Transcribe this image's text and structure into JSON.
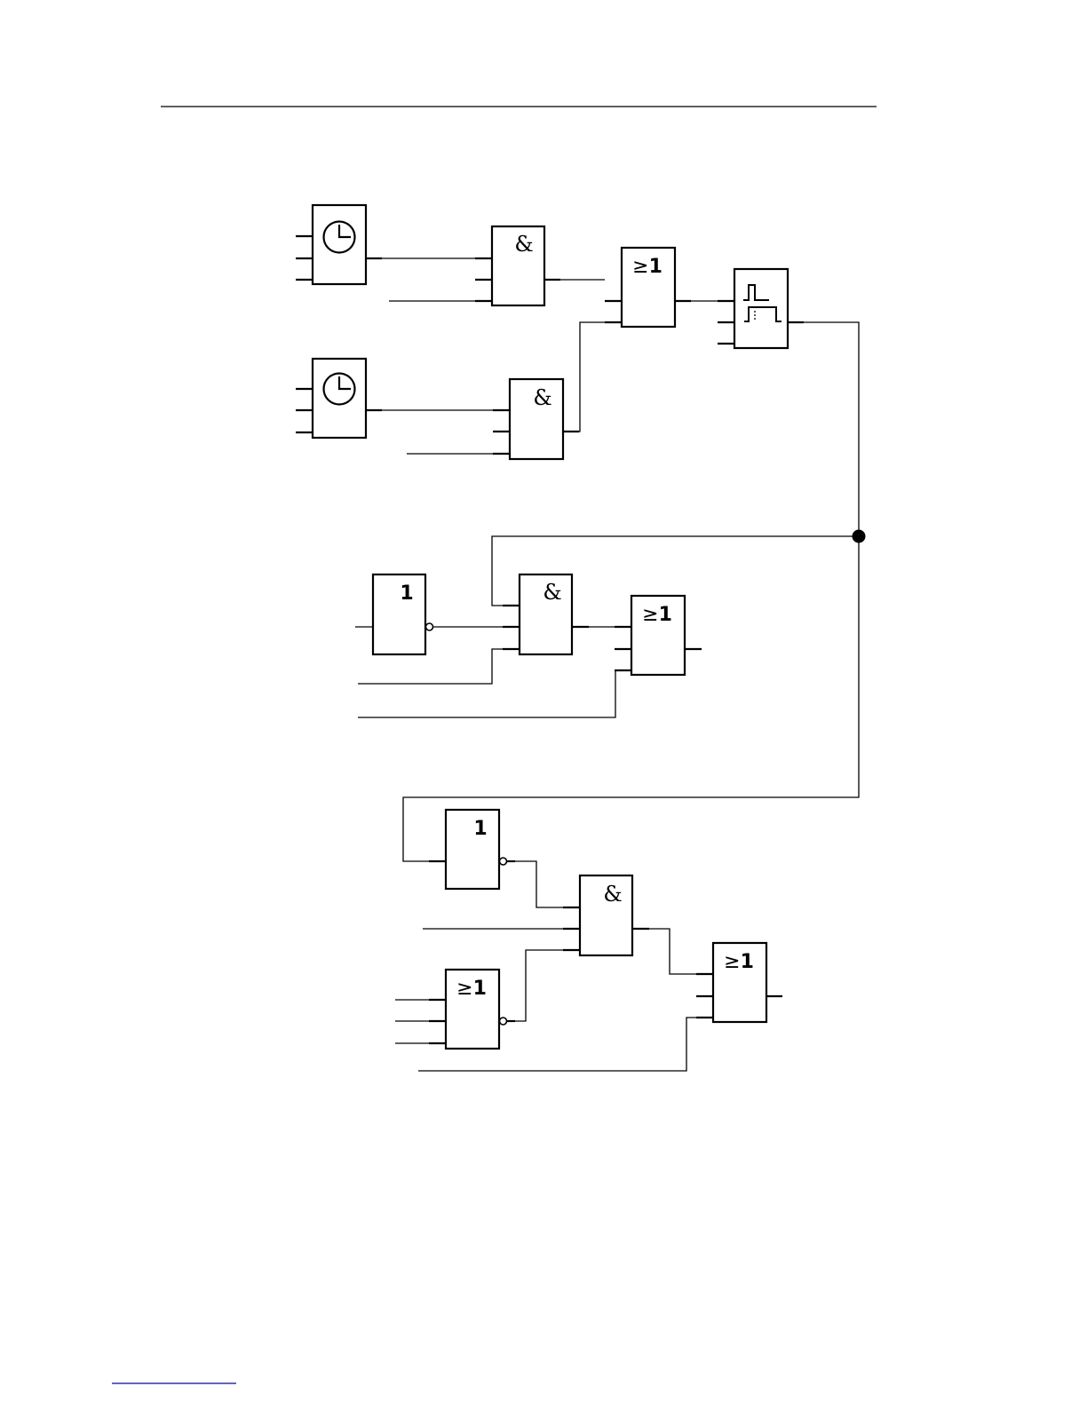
{
  "diagram": {
    "labels": {
      "and": "&",
      "or_prefix": "≥",
      "or_suffix": "1",
      "not": "1"
    },
    "icons": {
      "timer": "clock-icon",
      "pulse": "pulse-icon",
      "junction": "junction-dot"
    },
    "colors": {
      "line": "#000000",
      "background": "#ffffff",
      "footer_link": "#2233cc"
    }
  }
}
